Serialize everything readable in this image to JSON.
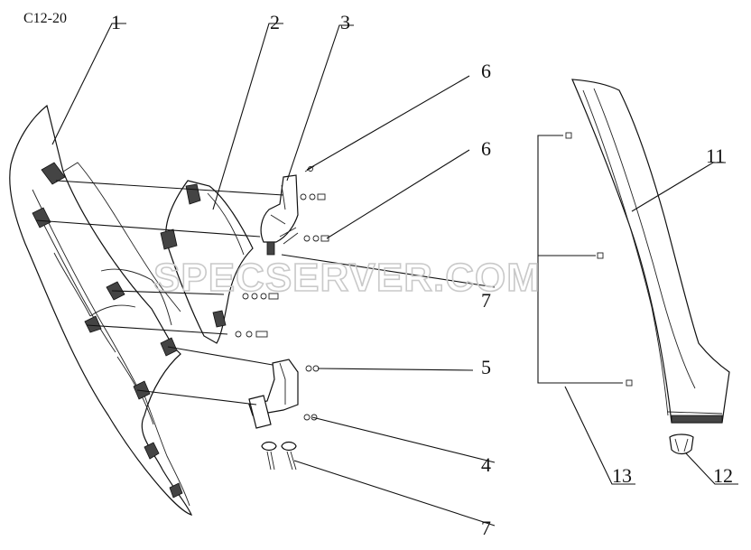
{
  "drawing_code": "C12-20",
  "watermark": "SPECSERVER.COM",
  "callouts": {
    "c1": "1",
    "c2": "2",
    "c3": "3",
    "c6a": "6",
    "c6b": "6",
    "c7a": "7",
    "c5": "5",
    "c4": "4",
    "c7b": "7",
    "c11": "11",
    "c13": "13",
    "c12": "12"
  }
}
